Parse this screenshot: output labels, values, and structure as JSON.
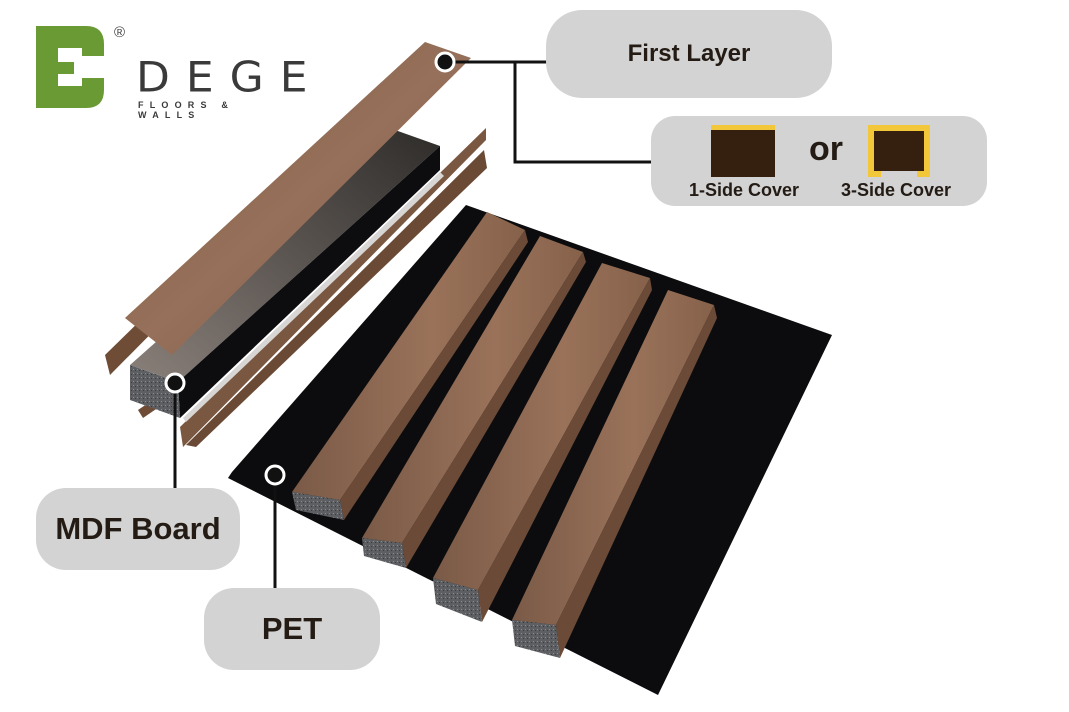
{
  "brand": {
    "name": "DEGE",
    "tagline": "FLOORS & WALLS",
    "registered_mark": "®",
    "logo_color": "#6a9a34"
  },
  "labels": {
    "first_layer": "First Layer",
    "mdf_board": "MDF Board",
    "pet": "PET"
  },
  "cover_options": {
    "separator": "or",
    "items": [
      {
        "label": "1-Side Cover",
        "edge_color": "#f2c83a",
        "core_color": "#35200f"
      },
      {
        "label": "3-Side Cover",
        "edge_color": "#f2c83a",
        "core_color": "#35200f"
      }
    ]
  },
  "colors": {
    "label_bg": "#d3d3d3",
    "wood": "#8a6348",
    "pet_board": "#0c0c0e",
    "mdf_top": "#6e655f",
    "mdf_end": "#2a2b2e"
  }
}
